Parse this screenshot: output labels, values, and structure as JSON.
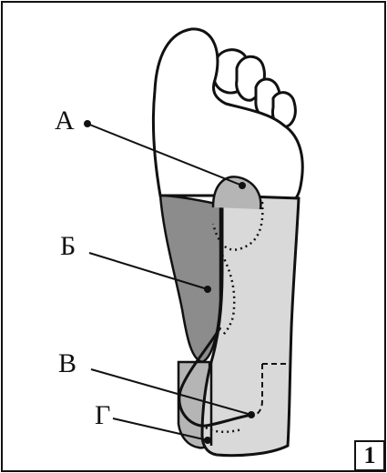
{
  "figure": {
    "labels": {
      "a": "А",
      "b": "Б",
      "v": "В",
      "g": "Г"
    },
    "figure_number": "1",
    "colors": {
      "outline": "#111111",
      "dark_insert": "#8c8c8c",
      "light_insert": "#d9d9d9",
      "paper": "#ffffff"
    }
  }
}
